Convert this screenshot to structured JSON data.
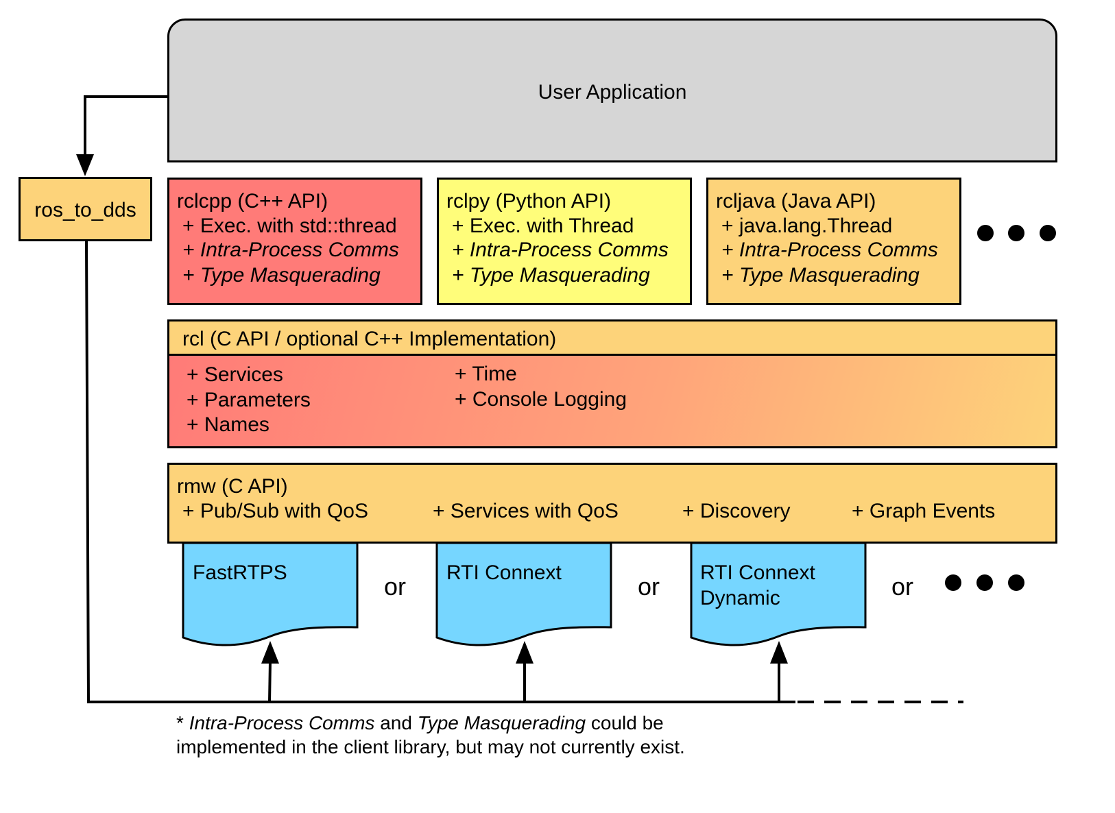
{
  "user_app": {
    "label": "User Application",
    "color": "#d6d6d6"
  },
  "ros_to_dds": {
    "label": "ros_to_dds",
    "color": "#fdd37a"
  },
  "client_libs": [
    {
      "title": "rclcpp (C++ API)",
      "line1": "+ Exec. with std::thread",
      "line2": "+ Intra-Process Comms",
      "line3": "+ Type Masquerading",
      "color": "#ff7b78"
    },
    {
      "title": "rclpy (Python API)",
      "line1": "+ Exec. with Thread",
      "line2": "+ Intra-Process Comms",
      "line3": "+ Type Masquerading",
      "color": "#fffd7a"
    },
    {
      "title": "rcljava (Java API)",
      "line1": "+ java.lang.Thread",
      "line2": "+ Intra-Process Comms",
      "line3": "+ Type Masquerading",
      "color": "#fdd37a"
    }
  ],
  "rcl": {
    "title": "rcl (C API / optional C++ Implementation)",
    "col1": [
      "+ Services",
      "+ Parameters",
      "+ Names"
    ],
    "col2": [
      "+ Time",
      "+ Console Logging"
    ],
    "gradient_start": "#ff7b78",
    "gradient_end": "#fdd37a"
  },
  "rmw": {
    "title": "rmw (C API)",
    "features": [
      "+ Pub/Sub with QoS",
      "+ Services with QoS",
      "+ Discovery",
      "+ Graph Events"
    ],
    "color": "#fdd37a"
  },
  "implementations": [
    {
      "label": "FastRTPS"
    },
    {
      "label": "RTI Connext"
    },
    {
      "label": "RTI Connext\nDynamic"
    }
  ],
  "impl_color": "#76d6ff",
  "or_label": "or",
  "footnote": {
    "star": "*",
    "intra": "Intra-Process Comms",
    "and": "and",
    "masq": "Type Masquerading",
    "could": "could be",
    "line2": "implemented in the client library, but may not currently exist."
  }
}
